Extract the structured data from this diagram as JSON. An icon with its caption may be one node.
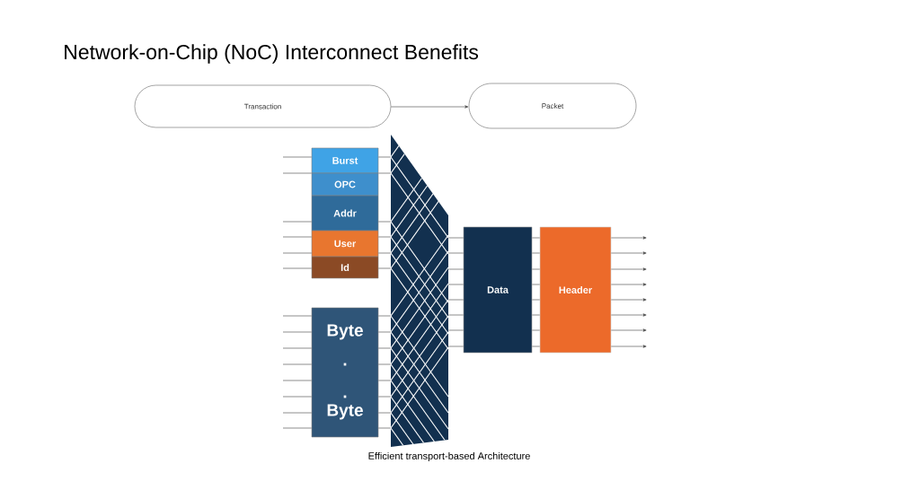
{
  "diagram": {
    "title": "Network-on-Chip (NoC) Interconnect Benefits",
    "caption": "Efficient transport-based Architecture",
    "nodes": [
      {
        "text": [
          "Transaction"
        ]
      },
      {
        "text": [
          "Packet"
        ]
      },
      {
        "text": [
          "Burst"
        ]
      },
      {
        "text": [
          "OPC"
        ]
      },
      {
        "text": [
          "Addr"
        ]
      },
      {
        "text": [
          "User"
        ]
      },
      {
        "text": [
          "Id"
        ]
      },
      {
        "text": [
          "Byte",
          ".",
          ".",
          "Byte"
        ]
      },
      {
        "text": [],
        "shape": "trapezoid"
      },
      {
        "text": [
          "Data"
        ]
      },
      {
        "text": [
          "Header"
        ]
      }
    ],
    "edges": [
      {
        "from": 0,
        "to": 1,
        "arrow": "to"
      },
      {
        "from": null,
        "to": 2,
        "arrow": "none"
      },
      {
        "from": null,
        "to": 3,
        "arrow": "none"
      },
      {
        "from": null,
        "to": 4,
        "arrow": "none"
      },
      {
        "from": null,
        "to": 5,
        "arrow": "none"
      },
      {
        "from": null,
        "to": 5,
        "arrow": "none"
      },
      {
        "from": null,
        "to": 6,
        "arrow": "none"
      },
      {
        "from": null,
        "to": 7,
        "arrow": "none"
      },
      {
        "from": null,
        "to": 7,
        "arrow": "none"
      },
      {
        "from": null,
        "to": 7,
        "arrow": "none"
      },
      {
        "from": null,
        "to": 7,
        "arrow": "none"
      },
      {
        "from": null,
        "to": 7,
        "arrow": "none"
      },
      {
        "from": null,
        "to": 7,
        "arrow": "none"
      },
      {
        "from": null,
        "to": 7,
        "arrow": "none"
      },
      {
        "from": null,
        "to": 7,
        "arrow": "none"
      },
      {
        "from": 2,
        "to": 8,
        "arrow": "none"
      },
      {
        "from": 3,
        "to": 8,
        "arrow": "none"
      },
      {
        "from": 4,
        "to": 8,
        "arrow": "none"
      },
      {
        "from": 5,
        "to": 8,
        "arrow": "none"
      },
      {
        "from": 5,
        "to": 8,
        "arrow": "none"
      },
      {
        "from": 6,
        "to": 8,
        "arrow": "none"
      },
      {
        "from": 7,
        "to": 8,
        "arrow": "none"
      },
      {
        "from": 7,
        "to": 8,
        "arrow": "none"
      },
      {
        "from": 7,
        "to": 8,
        "arrow": "none"
      },
      {
        "from": 7,
        "to": 8,
        "arrow": "none"
      },
      {
        "from": 7,
        "to": 8,
        "arrow": "none"
      },
      {
        "from": 7,
        "to": 8,
        "arrow": "none"
      },
      {
        "from": 7,
        "to": 8,
        "arrow": "none"
      },
      {
        "from": 7,
        "to": 8,
        "arrow": "none"
      },
      {
        "from": 8,
        "to": 9,
        "arrow": "none"
      },
      {
        "from": 8,
        "to": 9,
        "arrow": "none"
      },
      {
        "from": 8,
        "to": 9,
        "arrow": "none"
      },
      {
        "from": 8,
        "to": 9,
        "arrow": "none"
      },
      {
        "from": 8,
        "to": 9,
        "arrow": "none"
      },
      {
        "from": 8,
        "to": 9,
        "arrow": "none"
      },
      {
        "from": 8,
        "to": 9,
        "arrow": "none"
      },
      {
        "from": 8,
        "to": 9,
        "arrow": "none"
      },
      {
        "from": 9,
        "to": 10,
        "arrow": "none"
      },
      {
        "from": 9,
        "to": 10,
        "arrow": "none"
      },
      {
        "from": 9,
        "to": 10,
        "arrow": "none"
      },
      {
        "from": 9,
        "to": 10,
        "arrow": "none"
      },
      {
        "from": 9,
        "to": 10,
        "arrow": "none"
      },
      {
        "from": 9,
        "to": 10,
        "arrow": "none"
      },
      {
        "from": 9,
        "to": 10,
        "arrow": "none"
      },
      {
        "from": 9,
        "to": 10,
        "arrow": "none"
      },
      {
        "from": 10,
        "to": null,
        "arrow": "to"
      },
      {
        "from": 10,
        "to": null,
        "arrow": "to"
      },
      {
        "from": 10,
        "to": null,
        "arrow": "to"
      },
      {
        "from": 10,
        "to": null,
        "arrow": "to"
      },
      {
        "from": 10,
        "to": null,
        "arrow": "to"
      },
      {
        "from": 10,
        "to": null,
        "arrow": "to"
      },
      {
        "from": 10,
        "to": null,
        "arrow": "to"
      },
      {
        "from": 10,
        "to": null,
        "arrow": "to"
      }
    ]
  }
}
